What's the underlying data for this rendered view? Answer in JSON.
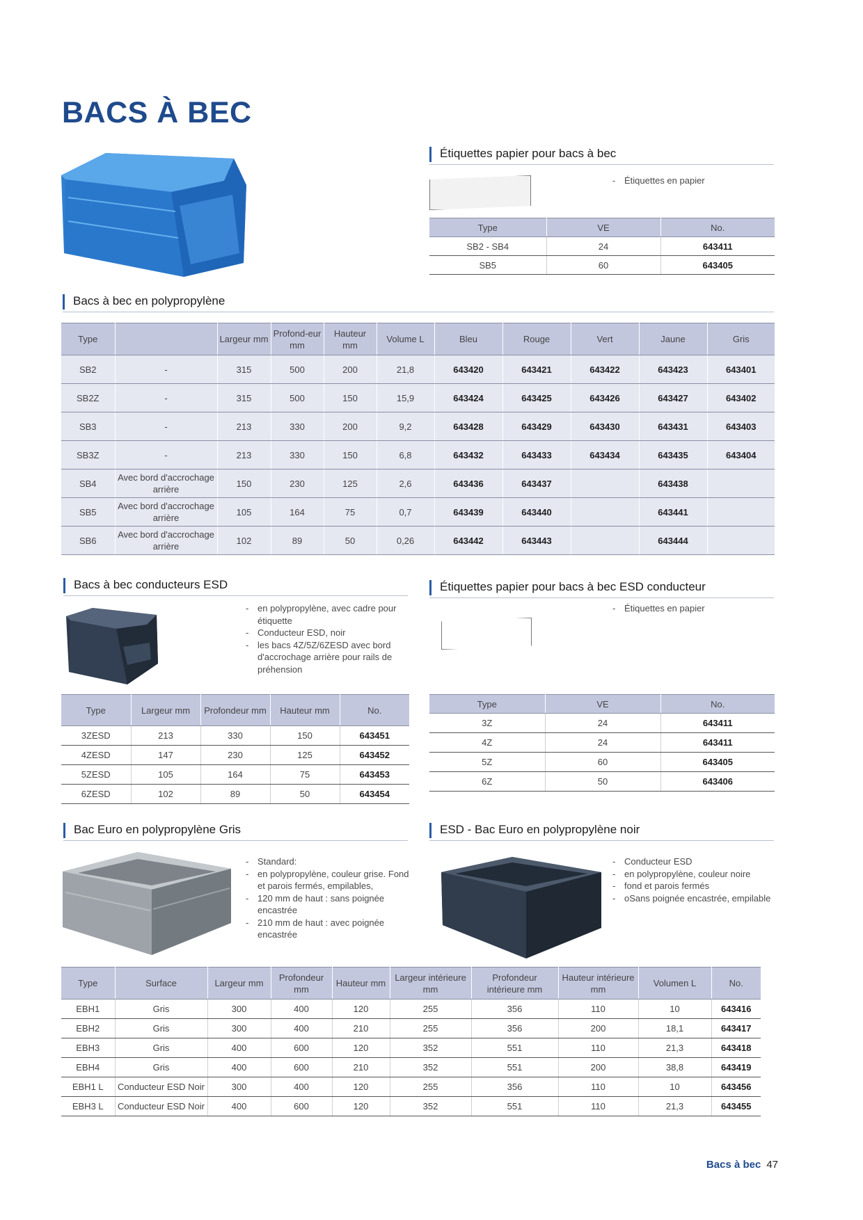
{
  "page": {
    "title": "BACS À BEC",
    "footer_section": "Bacs à bec",
    "page_number": "47"
  },
  "colors": {
    "accent_blue": "#1f4a8c",
    "header_fill": "#c3c7de",
    "row_fill": "#e5e7f1"
  },
  "labels_paper": {
    "title": "Étiquettes papier pour bacs à bec",
    "bullets": [
      "Étiquettes en papier"
    ],
    "headers": [
      "Type",
      "VE",
      "No."
    ],
    "rows": [
      [
        "SB2 - SB4",
        "24",
        "643411"
      ],
      [
        "SB5",
        "60",
        "643405"
      ]
    ]
  },
  "bins_pp": {
    "title": "Bacs à bec en polypropylène",
    "headers": [
      "Type",
      "",
      "Largeur mm",
      "Profond-eur mm",
      "Hauteur mm",
      "Volume L",
      "Bleu",
      "Rouge",
      "Vert",
      "Jaune",
      "Gris"
    ],
    "rows": [
      [
        "SB2",
        "-",
        "315",
        "500",
        "200",
        "21,8",
        "643420",
        "643421",
        "643422",
        "643423",
        "643401"
      ],
      [
        "SB2Z",
        "-",
        "315",
        "500",
        "150",
        "15,9",
        "643424",
        "643425",
        "643426",
        "643427",
        "643402"
      ],
      [
        "SB3",
        "-",
        "213",
        "330",
        "200",
        "9,2",
        "643428",
        "643429",
        "643430",
        "643431",
        "643403"
      ],
      [
        "SB3Z",
        "-",
        "213",
        "330",
        "150",
        "6,8",
        "643432",
        "643433",
        "643434",
        "643435",
        "643404"
      ],
      [
        "SB4",
        "Avec bord d'accrochage arrière",
        "150",
        "230",
        "125",
        "2,6",
        "643436",
        "643437",
        "",
        "643438",
        ""
      ],
      [
        "SB5",
        "Avec bord d'accrochage arrière",
        "105",
        "164",
        "75",
        "0,7",
        "643439",
        "643440",
        "",
        "643441",
        ""
      ],
      [
        "SB6",
        "Avec bord d'accrochage arrière",
        "102",
        "89",
        "50",
        "0,26",
        "643442",
        "643443",
        "",
        "643444",
        ""
      ]
    ]
  },
  "esd_bins": {
    "title": "Bacs à bec conducteurs ESD",
    "bullets": [
      "en polypropylène, avec cadre pour étiquette",
      "Conducteur ESD, noir",
      "les bacs 4Z/5Z/6ZESD avec bord d'accrochage arrière pour rails de préhension"
    ],
    "headers": [
      "Type",
      "Largeur mm",
      "Profondeur mm",
      "Hauteur mm",
      "No."
    ],
    "rows": [
      [
        "3ZESD",
        "213",
        "330",
        "150",
        "643451"
      ],
      [
        "4ZESD",
        "147",
        "230",
        "125",
        "643452"
      ],
      [
        "5ZESD",
        "105",
        "164",
        "75",
        "643453"
      ],
      [
        "6ZESD",
        "102",
        "89",
        "50",
        "643454"
      ]
    ]
  },
  "esd_labels": {
    "title": "Étiquettes papier pour bacs à bec ESD conducteur",
    "bullets": [
      "Étiquettes en papier"
    ],
    "headers": [
      "Type",
      "VE",
      "No."
    ],
    "rows": [
      [
        "3Z",
        "24",
        "643411"
      ],
      [
        "4Z",
        "24",
        "643411"
      ],
      [
        "5Z",
        "60",
        "643405"
      ],
      [
        "6Z",
        "50",
        "643406"
      ]
    ]
  },
  "euro_grey": {
    "title": "Bac Euro en polypropylène Gris",
    "bullets": [
      "Standard:",
      "en polypropylène, couleur grise. Fond et parois fermés, empilables,",
      "120 mm de haut : sans poignée encastrée",
      "210 mm de haut : avec poignée encastrée"
    ]
  },
  "euro_esd": {
    "title": "ESD - Bac Euro en polypropylène noir",
    "bullets": [
      "Conducteur ESD",
      "en polypropylène, couleur noire",
      "fond et parois fermés",
      "oSans poignée encastrée, empilable"
    ]
  },
  "euro_table": {
    "headers": [
      "Type",
      "Surface",
      "Largeur mm",
      "Profondeur mm",
      "Hauteur mm",
      "Largeur intérieure mm",
      "Profondeur intérieure mm",
      "Hauteur intérieure mm",
      "Volumen L",
      "No."
    ],
    "rows": [
      [
        "EBH1",
        "Gris",
        "300",
        "400",
        "120",
        "255",
        "356",
        "110",
        "10",
        "643416"
      ],
      [
        "EBH2",
        "Gris",
        "300",
        "400",
        "210",
        "255",
        "356",
        "200",
        "18,1",
        "643417"
      ],
      [
        "EBH3",
        "Gris",
        "400",
        "600",
        "120",
        "352",
        "551",
        "110",
        "21,3",
        "643418"
      ],
      [
        "EBH4",
        "Gris",
        "400",
        "600",
        "210",
        "352",
        "551",
        "200",
        "38,8",
        "643419"
      ],
      [
        "EBH1 L",
        "Conducteur ESD Noir",
        "300",
        "400",
        "120",
        "255",
        "356",
        "110",
        "10",
        "643456"
      ],
      [
        "EBH3 L",
        "Conducteur ESD Noir",
        "400",
        "600",
        "120",
        "352",
        "551",
        "110",
        "21,3",
        "643455"
      ]
    ]
  }
}
